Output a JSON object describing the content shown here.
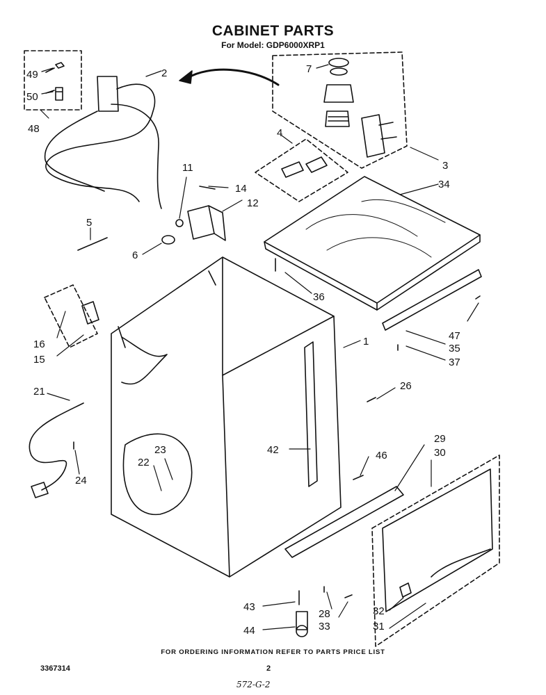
{
  "header": {
    "title": "CABINET PARTS",
    "model_line": "For Model: GDP6000XRP1"
  },
  "callouts": [
    {
      "id": "c49",
      "text": "49"
    },
    {
      "id": "c50",
      "text": "50"
    },
    {
      "id": "c48",
      "text": "48"
    },
    {
      "id": "c2",
      "text": "2"
    },
    {
      "id": "c7",
      "text": "7"
    },
    {
      "id": "c4",
      "text": "4"
    },
    {
      "id": "c3",
      "text": "3"
    },
    {
      "id": "c34",
      "text": "34"
    },
    {
      "id": "c11",
      "text": "11"
    },
    {
      "id": "c14",
      "text": "14"
    },
    {
      "id": "c12",
      "text": "12"
    },
    {
      "id": "c5",
      "text": "5"
    },
    {
      "id": "c6",
      "text": "6"
    },
    {
      "id": "c36",
      "text": "36"
    },
    {
      "id": "c16",
      "text": "16"
    },
    {
      "id": "c15",
      "text": "15"
    },
    {
      "id": "c1",
      "text": "1"
    },
    {
      "id": "c47",
      "text": "47"
    },
    {
      "id": "c35",
      "text": "35"
    },
    {
      "id": "c37",
      "text": "37"
    },
    {
      "id": "c21",
      "text": "21"
    },
    {
      "id": "c26",
      "text": "26"
    },
    {
      "id": "c29",
      "text": "29"
    },
    {
      "id": "c30",
      "text": "30"
    },
    {
      "id": "c42",
      "text": "42"
    },
    {
      "id": "c46",
      "text": "46"
    },
    {
      "id": "c23",
      "text": "23"
    },
    {
      "id": "c22",
      "text": "22"
    },
    {
      "id": "c24",
      "text": "24"
    },
    {
      "id": "c43",
      "text": "43"
    },
    {
      "id": "c28",
      "text": "28"
    },
    {
      "id": "c33",
      "text": "33"
    },
    {
      "id": "c44",
      "text": "44"
    },
    {
      "id": "c32",
      "text": "32"
    },
    {
      "id": "c31",
      "text": "31"
    }
  ],
  "footer": {
    "ordering_note": "FOR ORDERING INFORMATION REFER TO PARTS PRICE LIST",
    "doc_number": "3367314",
    "page_number": "2",
    "handwritten_note": "572-G-2"
  }
}
